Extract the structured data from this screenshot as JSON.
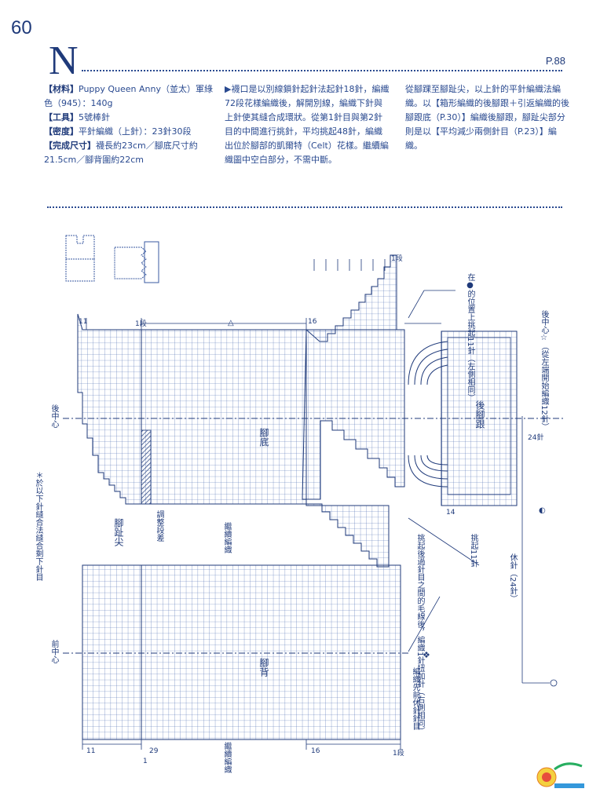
{
  "page": {
    "number": "60",
    "pattern_letter": "N",
    "ref": "P.88"
  },
  "materials": {
    "label_material": "【材料】",
    "material": "Puppy Queen Anny（並太）軍綠色（945）：140g",
    "label_tools": "【工具】",
    "tools": "5號棒針",
    "label_gauge": "【密度】",
    "gauge": "平針編織（上針）：23針30段",
    "label_size": "【完成尺寸】",
    "size": "襪長約23cm／腳底尺寸約21.5cm／腳背圍約22cm"
  },
  "instructions": {
    "col2": "▶襪口是以別線鎖針起針法起針18針，編織72段花樣編織後，解開別線，編織下針與上針使其縫合成環狀。從第1針目與第2針目的中間進行挑針，平均挑起48針，編織出位於腳部的凱爾特（Celt）花樣。繼續編織圖中空白部分，不需中斷。",
    "col3": "從腳踝至腳趾尖，以上針的平針編織法編織。以【箱形編織的後腳跟＋引返編織的後腳跟底（P.30）】編織後腳跟，腳趾尖部分則是以【平均減少兩側針目（P.23）】編織。"
  },
  "chart_labels": {
    "sole": "腳底",
    "instep": "腳背",
    "heel": "後腳跟",
    "toe": "腳趾尖",
    "back_center_left": "後中心",
    "front_center": "前中心",
    "back_center_right": "後中心☆（從左端開始編織12針）",
    "adjust_rows": "調整段差",
    "continue_knit_1": "繼續編織",
    "continue_knit_2": "繼續編織",
    "pick_up_11": "挑起11針",
    "pick_up_11_top": "在●的位置上挑起11針（左側相同）",
    "rest_24": "休針（24針）",
    "pick_yarn": "挑起後過針目之間的毛線後，編織1針扭加針（右側相同）",
    "front_rest": "編織先前休針針目",
    "graft_note": "＊於以下針縫合法縫合剩下針目",
    "n11_top": "11",
    "n1_top": "1段",
    "n16_top": "16",
    "n1_right_top": "1段",
    "n24": "24針",
    "n14": "14",
    "n11_bottom": "11",
    "n29": "29",
    "n1_bottom_left": "1",
    "n16_bottom": "16",
    "n1_bottom": "1段"
  }
}
